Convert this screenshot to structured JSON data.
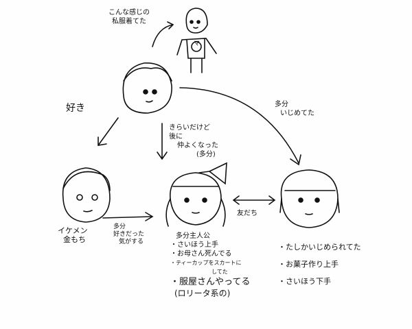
{
  "notes": {
    "outfit": [
      "こんな感じの",
      "私服着てた"
    ],
    "like": "好き",
    "bullied": [
      "多分",
      "いじめてた"
    ],
    "disliked": [
      "きらいだけど",
      "後に",
      "仲よくなった",
      "(多分)"
    ],
    "ikemen": [
      "イケメン",
      "金もち"
    ],
    "maybe_liked": [
      "多分",
      "好きだった",
      "気がする"
    ],
    "friend": "友だち"
  },
  "heroine": {
    "title": "多分主人公",
    "items": [
      "・さいほう上手",
      "・お母さん死んでる",
      "・ティーカップをスカートに",
      "してた",
      "・服屋さんやってる",
      "(ロリータ系の)"
    ]
  },
  "friend_char": {
    "items": [
      "・たしかいじめられてた",
      "・お菓子作り上手",
      "・さいほう下手"
    ]
  },
  "shirt_mark": "マ"
}
